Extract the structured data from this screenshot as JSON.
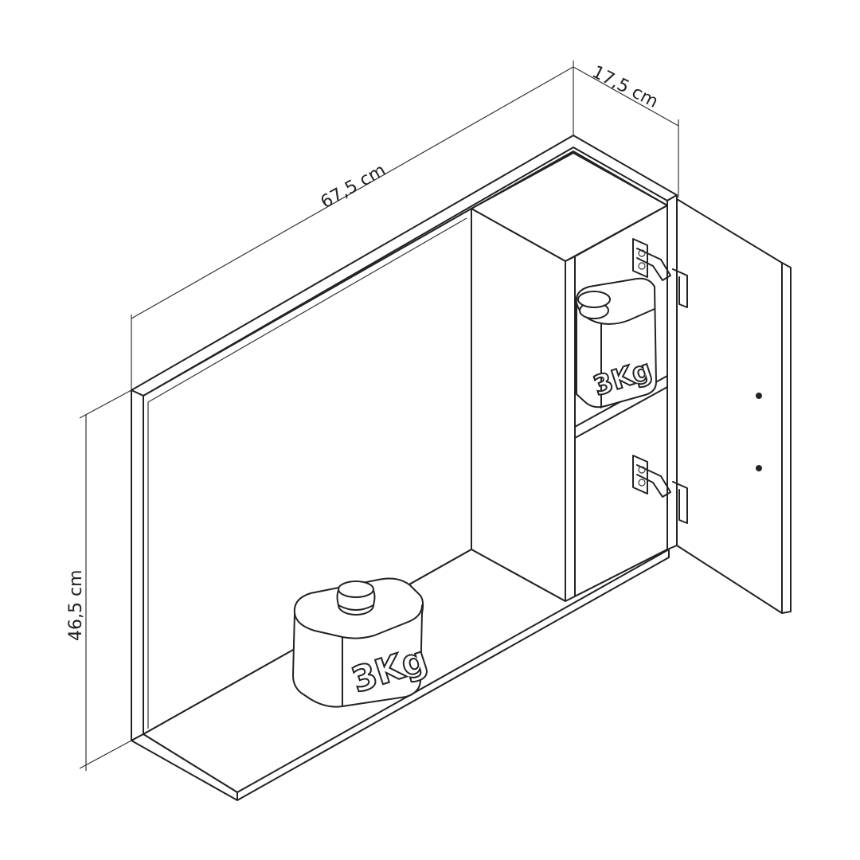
{
  "dimensions": {
    "width": "67,5 cm",
    "depth": "17,5 cm",
    "height": "46,5 cm"
  },
  "weights": {
    "bottom_shelf_load": "3Kg",
    "inner_shelf_load": "3Kg"
  }
}
